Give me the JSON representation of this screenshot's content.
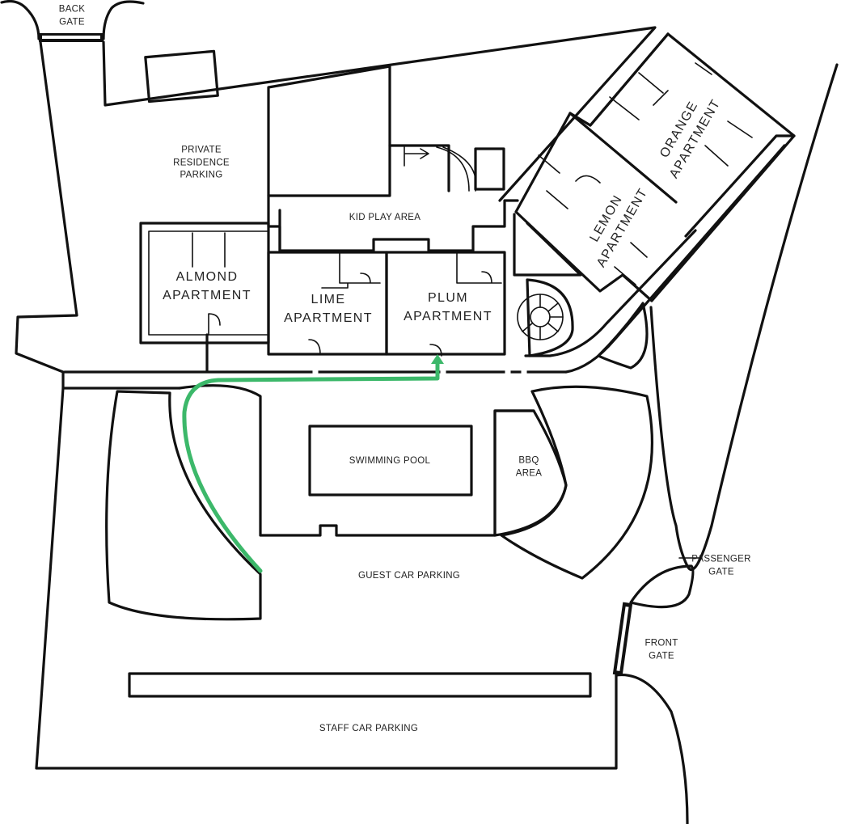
{
  "labels": {
    "back_gate": "BACK\nGATE",
    "private_parking": "PRIVATE\nRESIDENCE\nPARKING",
    "kid_play_area": "KID PLAY AREA",
    "almond": "ALMOND\nAPARTMENT",
    "lime": "LIME\nAPARTMENT",
    "plum": "PLUM\nAPARTMENT",
    "lemon": "LEMON\nAPARTMENT",
    "orange": "ORANGE\nAPARTMENT",
    "swimming_pool": "SWIMMING POOL",
    "bbq_area": "BBQ\nAREA",
    "guest_car_parking": "GUEST CAR PARKING",
    "passenger_gate": "PASSENGER\nGATE",
    "front_gate": "FRONT\nGATE",
    "staff_car_parking": "STAFF CAR PARKING"
  },
  "route": {
    "color": "#3cb86a",
    "destination": "PLUM APARTMENT"
  }
}
